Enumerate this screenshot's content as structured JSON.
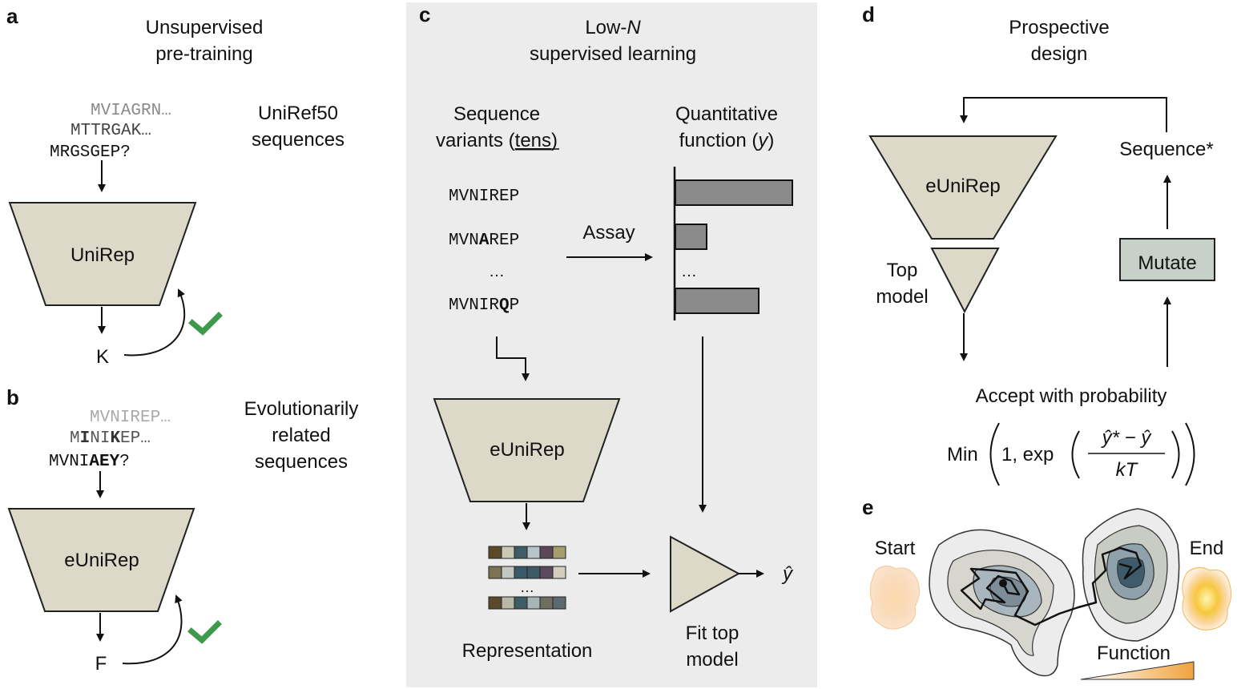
{
  "panels": {
    "a": {
      "letter": "a",
      "title_line1": "Unsupervised",
      "title_line2": "pre-training",
      "seq1": "MVIAGRN…",
      "seq2": "MTTRGAK…",
      "seq3": "MRGSGEP?",
      "label_line1": "UniRef50",
      "label_line2": "sequences",
      "model": "UniRep",
      "output": "K"
    },
    "b": {
      "letter": "b",
      "seq1": "MVNIREP…",
      "seq2_p1": "M",
      "seq2_b1": "I",
      "seq2_p2": "NI",
      "seq2_b2": "K",
      "seq2_p3": "EP…",
      "seq3_p1": "MVNI",
      "seq3_b1": "AEY",
      "seq3_p2": "?",
      "label_line1": "Evolutionarily",
      "label_line2": "related",
      "label_line3": "sequences",
      "model": "eUniRep",
      "output": "F"
    },
    "c": {
      "letter": "c",
      "title_line1_prefix": "Low-",
      "title_line1_italic": "N",
      "title_line2": "supervised learning",
      "col1_line1": "Sequence",
      "col1_line2_prefix": "variants (",
      "col1_line2_underline": "tens",
      "col1_line2_suffix": ")",
      "col2_line1": "Quantitative",
      "col2_line2_prefix": "function (",
      "col2_line2_italic": "y",
      "col2_line2_suffix": ")",
      "variant1": "MVNIREP",
      "variant2_p1": "MVN",
      "variant2_b": "A",
      "variant2_p2": "REP",
      "variant_ellipsis": "…",
      "variant3_p1": "MVNIR",
      "variant3_b": "Q",
      "variant3_p2": "P",
      "assay": "Assay",
      "bar_ellipsis": "…",
      "bar_values": [
        1.0,
        0.27,
        0.71
      ],
      "model": "eUniRep",
      "rep_ellipsis": "…",
      "representation": "Representation",
      "fit_line1": "Fit top",
      "fit_line2": "model",
      "yhat": "ŷ"
    },
    "d": {
      "letter": "d",
      "title_line1": "Prospective",
      "title_line2": "design",
      "model": "eUniRep",
      "top_line1": "Top",
      "top_line2": "model",
      "sequence_star": "Sequence*",
      "mutate": "Mutate",
      "accept": "Accept with probability",
      "formula_min": "Min",
      "formula_one": "1, exp",
      "formula_numerator": "ŷ* − ŷ",
      "formula_denominator": "kT"
    },
    "e": {
      "letter": "e",
      "start": "Start",
      "end": "End",
      "function": "Function"
    }
  },
  "colors": {
    "model_fill": "#dcd9c8",
    "mutate_fill": "#c7d0c9",
    "panel_c_bg": "#ececec",
    "bar_fill": "#8a8a8a",
    "check_green": "#3e9a4a",
    "seq_gray": "#8a8a8a"
  }
}
